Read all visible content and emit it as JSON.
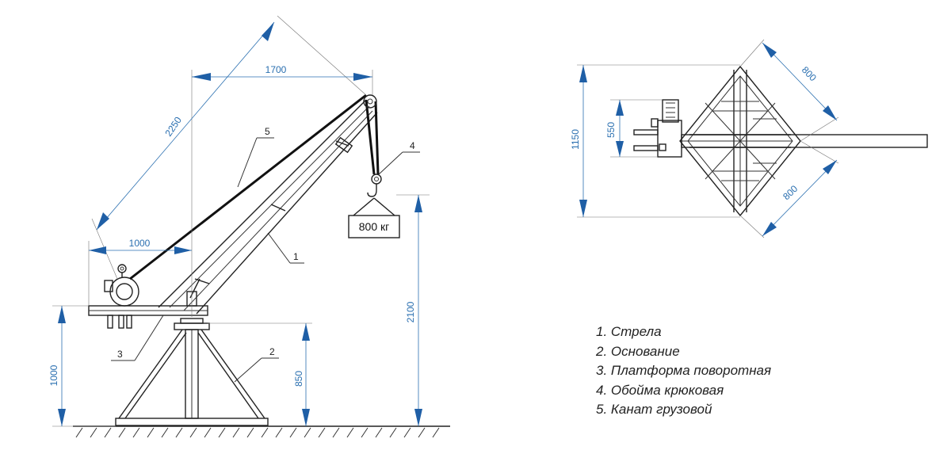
{
  "dimensions": {
    "boom_reach": "1700",
    "boom_length": "2250",
    "counter_length": "1000",
    "platform_height": "1000",
    "base_height": "850",
    "hook_height": "2100",
    "plan_width": "1150",
    "plan_span": "550",
    "plan_side_top": "800",
    "plan_side_bottom": "800"
  },
  "load": {
    "label": "800 кг"
  },
  "callouts": {
    "c1": "1",
    "c2": "2",
    "c3": "3",
    "c4": "4",
    "c5": "5"
  },
  "legend": [
    "1. Стрела",
    "2. Основание",
    "3. Платформа поворотная",
    "4. Обойма крюковая",
    "5. Канат грузовой"
  ],
  "colors": {
    "dimension": "#2a6fb0",
    "arrow": "#1f5fa6",
    "line": "#222222"
  }
}
